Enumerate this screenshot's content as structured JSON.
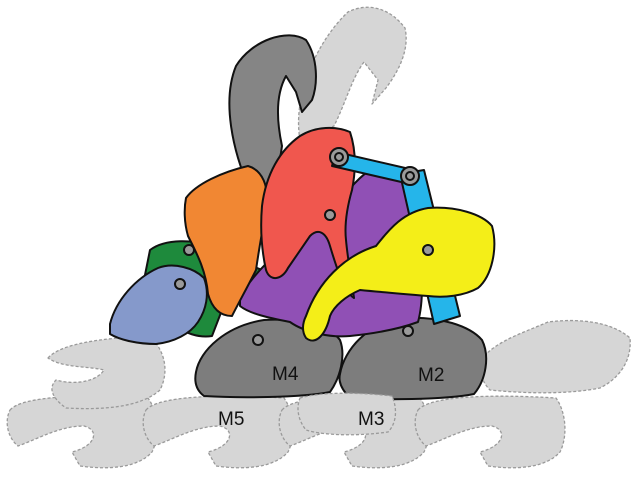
{
  "colors": {
    "ghost_fill": "#d6d6d6",
    "module_dark": "#7d7d7d",
    "gray_upper": "#858585",
    "green": "#1e8a3c",
    "orange": "#f18733",
    "red": "#f0574e",
    "purple": "#9050b5",
    "blue": "#25b5ea",
    "yellow": "#f4ee18",
    "lavender": "#8599cb",
    "pivot": "#9a9a9a",
    "outline": "#111111"
  },
  "labels": {
    "m2": "M2",
    "m3": "M3",
    "m4": "M4",
    "m5": "M5"
  }
}
